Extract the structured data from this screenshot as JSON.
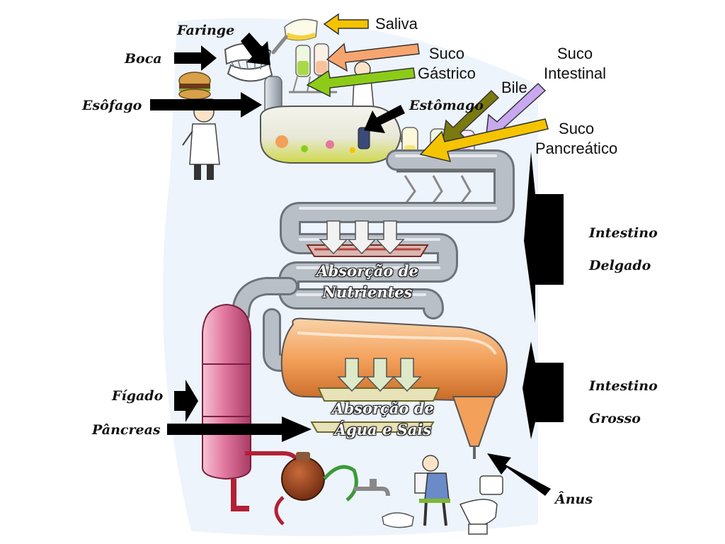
{
  "labels": {
    "faringe": "Faringe",
    "boca": "Boca",
    "esofago": "Esôfago",
    "saliva": "Saliva",
    "suco_gastrico": "Suco\nGástrico",
    "suco_intestinal": "Suco\nIntestinal",
    "bile": "Bile",
    "estomago": "Estômago",
    "suco_pancreatico": "Suco\nPancreático",
    "intestino_delgado": "Intestino\nDelgado",
    "intestino_grosso": "Intestino\nGrosso",
    "absorcao_nutrientes": "Absorção de\nNutrientes",
    "absorcao_agua": "Absorção de\nÁgua e Sais",
    "figado": "Fígado",
    "pancreas": "Pâncreas",
    "anus": "Ânus"
  },
  "colors": {
    "saliva_arrow": "#f5c400",
    "suco_gastrico_arrow": "#f7a56e",
    "suco_intestinal_arrow": "#8ccc18",
    "bile_arrow": "#7a7a10",
    "pancreatic_arrow": "#c8a8f0",
    "pancreatico_arrow": "#f5c400",
    "pointer_arrow": "#000000",
    "pipe": "#b9bfc6",
    "large_intestine_fill": "#f3a05a",
    "liver_fill": "#e2789f",
    "pancreas_fill": "#8a3a1a"
  }
}
